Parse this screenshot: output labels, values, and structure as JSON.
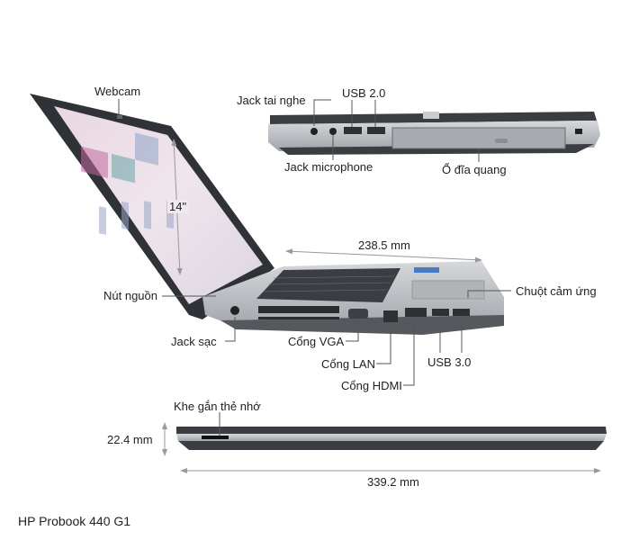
{
  "title": "HP Probook 440 G1",
  "views": {
    "open_view": {
      "labels": {
        "webcam": "Webcam",
        "screen_size": "14\"",
        "power_button": "Nút nguồn",
        "charging_jack": "Jack sạc",
        "vga_port": "Cổng VGA",
        "lan_port": "Cổng LAN",
        "hdmi_port": "Cổng HDMI",
        "usb3": "USB 3.0",
        "touchpad": "Chuột cảm ứng",
        "depth": "238.5 mm"
      }
    },
    "right_side_view": {
      "labels": {
        "headphone_jack": "Jack tai nghe",
        "usb2": "USB 2.0",
        "microphone_jack": "Jack microphone",
        "optical_drive": "Ổ đĩa quang"
      }
    },
    "front_view": {
      "labels": {
        "card_slot": "Khe gắn thẻ nhớ",
        "height": "22.4 mm",
        "width": "339.2 mm"
      }
    }
  },
  "colors": {
    "chassis_dark": "#3a3d42",
    "chassis_silver": "#b9bcc0",
    "screen": "#e8d8e0",
    "callout_line": "#555555",
    "dimension_line": "#999999"
  }
}
